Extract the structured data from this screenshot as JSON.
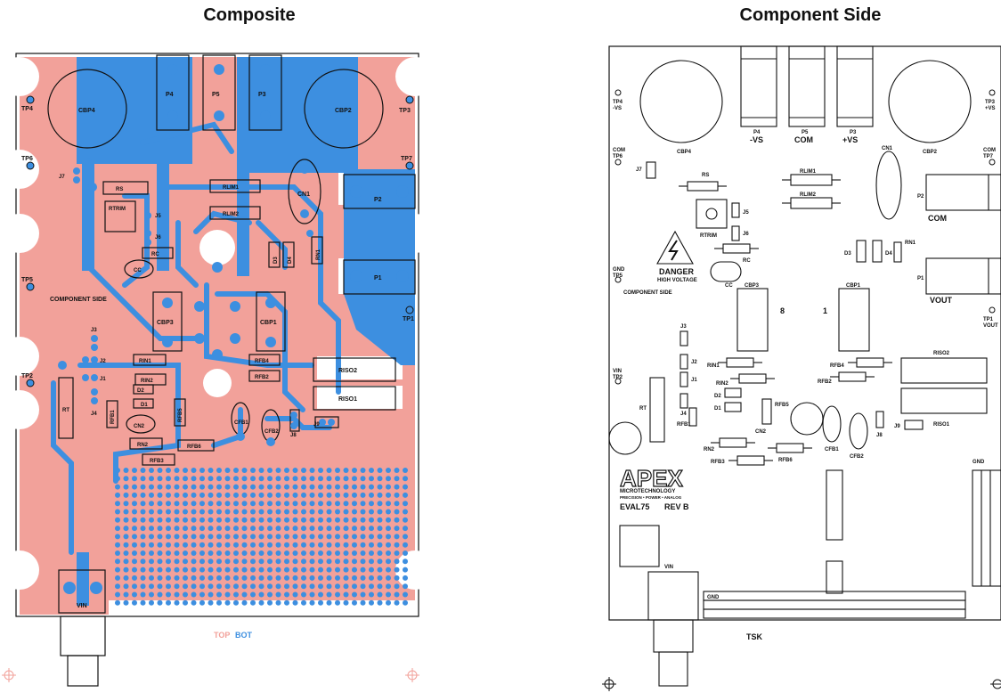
{
  "titles": {
    "left": "Composite",
    "right": "Component Side"
  },
  "colors": {
    "top_layer": "#f2a19a",
    "bottom_layer": "#3d8fe0",
    "outline": "#111111",
    "background": "#ffffff"
  },
  "composite": {
    "connectors": [
      "P4",
      "P5",
      "P3",
      "P2",
      "P1",
      "VIN"
    ],
    "capacitors": [
      "CBP4",
      "CBP2",
      "CBP3",
      "CBP1",
      "CN1",
      "CN2",
      "CC",
      "CFB1",
      "CFB2"
    ],
    "resistors": [
      "RS",
      "RTRIM",
      "RLIM1",
      "RLIM2",
      "RC",
      "RN1",
      "RIN1",
      "RIN2",
      "RFB4",
      "RFB2",
      "RISO2",
      "RISO1",
      "RT",
      "RFB1",
      "RFB5",
      "RN2",
      "RFB6",
      "RFB3"
    ],
    "diodes": [
      "D3",
      "D4",
      "D2",
      "D1"
    ],
    "jumpers": [
      "J7",
      "J5",
      "J6",
      "J3",
      "J2",
      "J1",
      "J4",
      "J8",
      "J9"
    ],
    "testpoints": [
      "TP4",
      "TP3",
      "TP6",
      "TP7",
      "TP5",
      "TP1",
      "TP2"
    ],
    "board_text": "COMPONENT SIDE",
    "legend_top": "TOP",
    "legend_bot": "BOT"
  },
  "component_side": {
    "tp4": [
      "TP4",
      "-VS"
    ],
    "tp3": [
      "TP3",
      "+VS"
    ],
    "com_tp6": [
      "COM",
      "TP6"
    ],
    "com_tp7": [
      "COM",
      "TP7"
    ],
    "gnd_tp5": [
      "GND",
      "TP5"
    ],
    "tp1_vout": [
      "TP1",
      "VOUT"
    ],
    "vin_tp2": [
      "VIN",
      "TP2"
    ],
    "p4": [
      "P4",
      "-VS"
    ],
    "p5": [
      "P5",
      "COM"
    ],
    "p3": [
      "P3",
      "+VS"
    ],
    "p2_label": "COM",
    "p1_label": "VOUT",
    "danger": "DANGER",
    "high_voltage": "HIGH VOLTAGE",
    "board_text": "COMPONENT SIDE",
    "pin8": "8",
    "pin1": "1",
    "apex_logo": "APEX",
    "apex_sub": "MICROTECHNOLOGY",
    "apex_tag": "PRECISION • POWER • ANALOG",
    "eval_name": "EVAL75",
    "rev": "REV B",
    "vin": "VIN",
    "gnd_bar": "GND",
    "gnd_right": "GND",
    "tsk": "TSK",
    "labels": [
      "CBP4",
      "CBP2",
      "CN1",
      "J7",
      "RS",
      "RLIM1",
      "RLIM2",
      "P2",
      "RTRIM",
      "J5",
      "J6",
      "RC",
      "D3",
      "D4",
      "RN1",
      "P1",
      "CC",
      "CBP3",
      "CBP1",
      "J3",
      "J2",
      "RIN1",
      "RFB4",
      "RISO2",
      "J1",
      "RIN2",
      "RFB2",
      "D2",
      "D1",
      "RFB5",
      "RT",
      "J4",
      "RFB1",
      "CN2",
      "CFB1",
      "CFB2",
      "J8",
      "J9",
      "RISO1",
      "RN2",
      "RFB6",
      "RFB3"
    ]
  }
}
